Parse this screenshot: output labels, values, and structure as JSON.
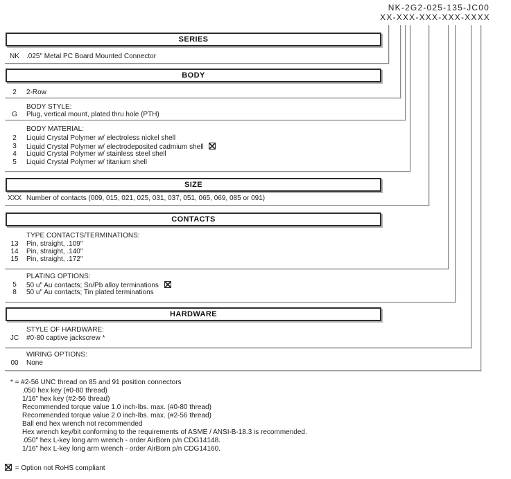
{
  "part_number": {
    "example": "NK-2G2-025-135-JC00",
    "mask": "XX-XXX-XXX-XXX-XXXX"
  },
  "series": {
    "title": "SERIES",
    "code": "NK",
    "desc": ".025\" Metal PC Board Mounted Connector"
  },
  "body": {
    "title": "BODY",
    "row_code": "2",
    "row_desc": "2-Row",
    "style_heading": "BODY STYLE:",
    "style_code": "G",
    "style_desc": "Plug, vertical mount, plated thru hole (PTH)",
    "material_heading": "BODY MATERIAL:",
    "materials": [
      {
        "code": "2",
        "desc": "Liquid Crystal Polymer w/ electroless nickel shell",
        "not_rohs": false
      },
      {
        "code": "3",
        "desc": "Liquid Crystal Polymer w/ electrodeposited cadmium shell",
        "not_rohs": true
      },
      {
        "code": "4",
        "desc": "Liquid Crystal Polymer w/ stainless steel shell",
        "not_rohs": false
      },
      {
        "code": "5",
        "desc": "Liquid Crystal Polymer w/ titanium shell",
        "not_rohs": false
      }
    ]
  },
  "size": {
    "title": "SIZE",
    "code": "XXX",
    "desc": "Number of contacts (009, 015, 021, 025, 031, 037, 051, 065, 069, 085 or 091)"
  },
  "contacts": {
    "title": "CONTACTS",
    "type_heading": "TYPE CONTACTS/TERMINATIONS:",
    "types": [
      {
        "code": "13",
        "desc": "Pin, straight, .109\""
      },
      {
        "code": "14",
        "desc": "Pin, straight, .140\""
      },
      {
        "code": "15",
        "desc": "Pin, straight, .172\""
      }
    ],
    "plating_heading": "PLATING OPTIONS:",
    "plating": [
      {
        "code": "5",
        "desc": "50 u\" Au contacts; Sn/Pb alloy terminations",
        "not_rohs": true
      },
      {
        "code": "8",
        "desc": "50 u\" Au contacts; Tin plated terminations",
        "not_rohs": false
      }
    ]
  },
  "hardware": {
    "title": "HARDWARE",
    "style_heading": "STYLE OF HARDWARE:",
    "style_code": "JC",
    "style_desc": "#0-80 captive jackscrew *",
    "wiring_heading": "WIRING OPTIONS:",
    "wiring_code": "00",
    "wiring_desc": "None"
  },
  "footnotes": {
    "star": "* = #2-56 UNC thread on 85 and 91 position connectors",
    "lines": [
      ".050 hex key (#0-80 thread)",
      "1/16\" hex key (#2-56 thread)",
      "Recommended torque value 1.0 inch-lbs. max. (#0-80 thread)",
      "Recommended torque value 2.0 inch-lbs. max. (#2-56 thread)",
      "Ball end hex wrench not recommended",
      "Hex wrench key/bit conforming to the requirements of ASME / ANSI-B-18.3 is recommended.",
      ".050\" hex L-key long arm wrench - order AirBorn p/n CDG14148.",
      "1/16\" hex L-key long arm wrench - order AirBorn p/n CDG14160."
    ],
    "rohs": "= Option not RoHS compliant"
  },
  "colors": {
    "background": "#ffffff",
    "text": "#1c1c1c",
    "line_gray": "#8a8a8a",
    "box_border": "#2d2d2d"
  }
}
